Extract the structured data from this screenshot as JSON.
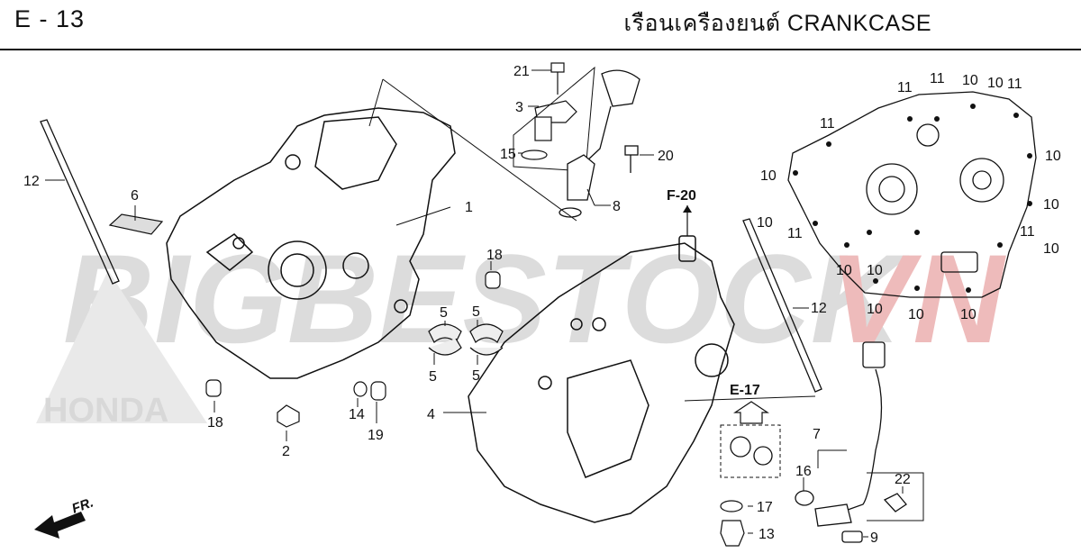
{
  "header": {
    "page_code": "E - 13",
    "title": "เรือนเครืองยนต์  CRANKCASE"
  },
  "watermark": {
    "text_grey": "BIGBESTOCK",
    "text_red": "VN",
    "brand": "HONDA"
  },
  "references": {
    "f20": "F-20",
    "e17": "E-17"
  },
  "direction": {
    "label": "FR."
  },
  "callouts": {
    "c1": "1",
    "c2": "2",
    "c3": "3",
    "c4": "4",
    "c5a": "5",
    "c5b": "5",
    "c5c": "5",
    "c5d": "5",
    "c6": "6",
    "c7": "7",
    "c8": "8",
    "c9": "9",
    "c10a": "10",
    "c10b": "10",
    "c10c": "10",
    "c10d": "10",
    "c10e": "10",
    "c10f": "10",
    "c10g": "10",
    "c10h": "10",
    "c10i": "10",
    "c10j": "10",
    "c10k": "10",
    "c10l": "10",
    "c11a": "11",
    "c11b": "11",
    "c11c": "11",
    "c11d": "11",
    "c11e": "11",
    "c11f": "11",
    "c12a": "12",
    "c12b": "12",
    "c13": "13",
    "c14": "14",
    "c15": "15",
    "c16": "16",
    "c17": "17",
    "c18a": "18",
    "c18b": "18",
    "c19": "19",
    "c20": "20",
    "c21": "21",
    "c22": "22"
  },
  "colors": {
    "watermark_grey": "#cfcfcf",
    "watermark_red": "#e8a0a0",
    "line": "#111111"
  }
}
